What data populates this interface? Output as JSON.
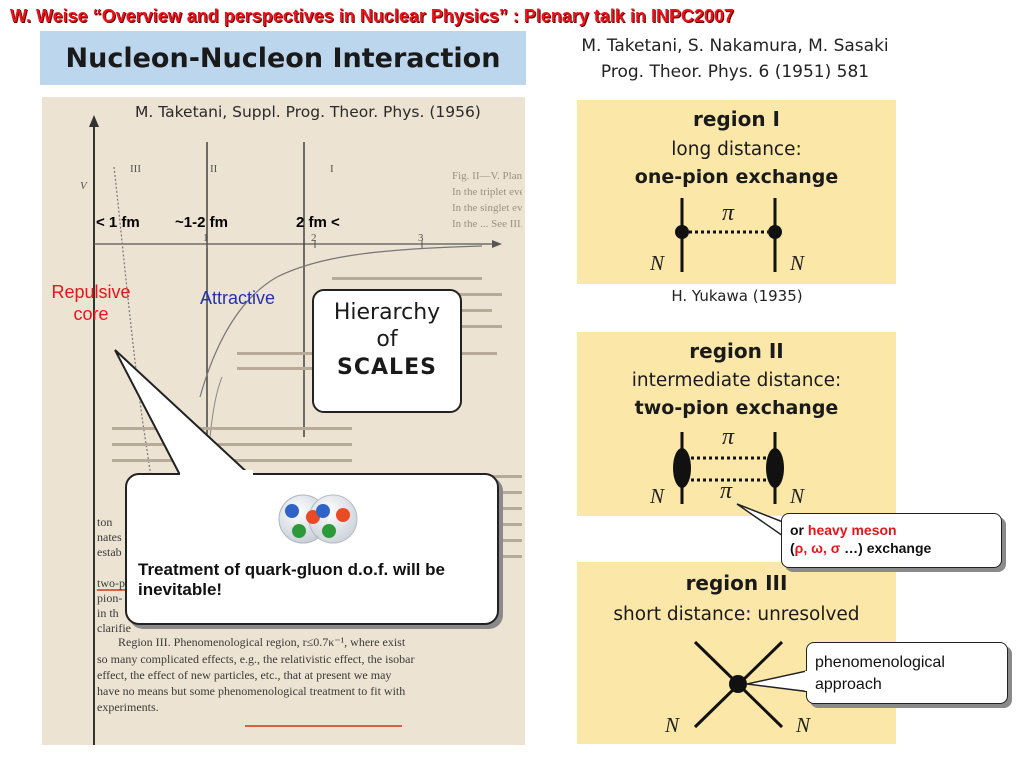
{
  "header": {
    "title": "W. Weise “Overview and perspectives in Nuclear Physics” : Plenary talk in INPC2007"
  },
  "title_box": {
    "text": "Nucleon-Nucleon Interaction"
  },
  "citation_top": {
    "line1": "M. Taketani, S. Nakamura, M. Sasaki",
    "line2": "Prog. Theor. Phys.  6  (1951)  581"
  },
  "scan": {
    "citation": "M. Taketani,  Suppl. Prog. Theor. Phys. (1956)",
    "axis_v": "V",
    "region_labels": [
      "III",
      "II",
      "I"
    ],
    "tick_labels": [
      "1",
      "2",
      "3"
    ],
    "distance_labels": [
      "< 1 fm",
      "~1-2 fm",
      "2 fm <"
    ],
    "repulsive_label": "Repulsive core",
    "attractive_label": "Attractive",
    "hierarchy": {
      "line1": "Hierarchy",
      "line2": "of",
      "line3": "SCALES"
    },
    "quark_text": "Treatment of quark-gluon d.o.f. will be inevitable!",
    "faint_lines": [
      "Fig. II—V.   Plan Theoretical Potential",
      "In the triplet even state:         See II.",
      "In the singlet even state:      See III.",
      "In the ...                               See III."
    ],
    "body_left_fragments": [
      "ton",
      "nates",
      "estab",
      "two-p",
      "pion-",
      "in  th",
      "clarifie"
    ],
    "region3_lines": [
      "Region III.  Phenomenological region,  r≤0.7κ⁻¹,  where exist",
      "so many complicated effects, e.g., the relativistic effect, the isobar",
      "effect, the effect of new particles, etc., that at present we may",
      "have no means but some phenomenological treatment to fit with",
      "experiments."
    ]
  },
  "regions": [
    {
      "title": "region I",
      "subtitle": "long distance:",
      "bold": "one-pion exchange",
      "pi": "π",
      "n_left": "N",
      "n_right": "N"
    },
    {
      "title": "region II",
      "subtitle": "intermediate distance:",
      "bold": "two-pion exchange",
      "pi_top": "π",
      "pi_bottom": "π",
      "n_left": "N",
      "n_right": "N"
    },
    {
      "title": "region III",
      "subtitle": "short distance:  unresolved",
      "n_left": "N",
      "n_right": "N"
    }
  ],
  "yukawa": "H. Yukawa (1935)",
  "meson_callout": {
    "prefix": "or ",
    "highlight": "heavy meson",
    "line2_open": "(",
    "line2_greek": "ρ, ω, σ",
    "line2_rest": " …) exchange"
  },
  "pheno_callout": {
    "line1": "phenomenological",
    "line2": "approach"
  },
  "colors": {
    "header_red": "#e8141b",
    "title_box_blue": "#bcd6ee",
    "region_yellow": "#fbe7a8",
    "attractive_blue": "#2233aa",
    "scan_background": "#ece3d2"
  },
  "icons": [
    "quark-cluster-icon"
  ]
}
